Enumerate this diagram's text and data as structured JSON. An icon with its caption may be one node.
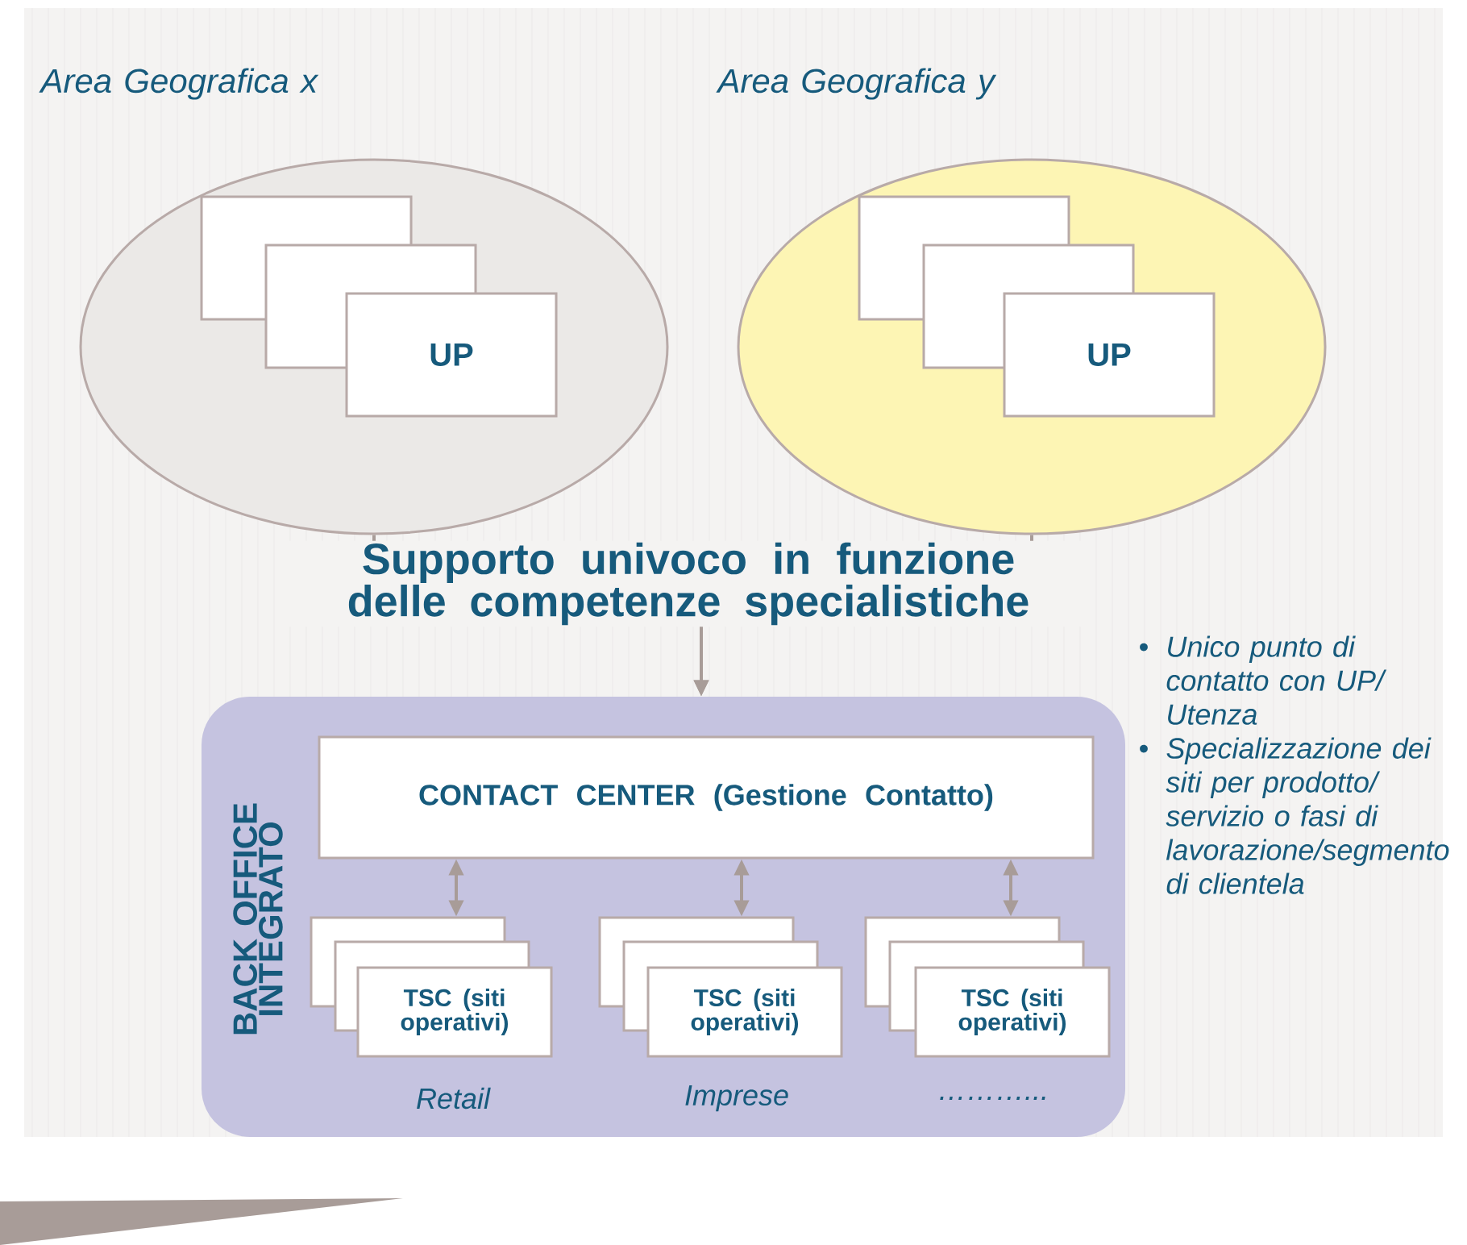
{
  "diagram": {
    "nodes": [
      {
        "text": [
          "Area Geografica x"
        ]
      },
      {
        "text": [],
        "shape": "box",
        "in": 0
      },
      {
        "text": [],
        "shape": "box",
        "in": 0
      },
      {
        "text": [
          "UP"
        ],
        "in": 0
      },
      {
        "text": [
          "Area Geografica y"
        ]
      },
      {
        "text": [],
        "shape": "box",
        "in": 4
      },
      {
        "text": [],
        "shape": "box",
        "in": 4
      },
      {
        "text": [
          "UP"
        ],
        "in": 4
      },
      {
        "text": [
          "BACK OFFICE INTEGRATO"
        ]
      },
      {
        "text": [
          "CONTACT CENTER (Gestione Contatto)"
        ],
        "in": 8
      },
      {
        "text": [],
        "shape": "box",
        "in": 8
      },
      {
        "text": [],
        "shape": "box",
        "in": 8
      },
      {
        "text": [
          "TSC (siti operativi)"
        ],
        "in": 8,
        "beside": [
          "Retail"
        ]
      },
      {
        "text": [],
        "shape": "box",
        "in": 8
      },
      {
        "text": [],
        "shape": "box",
        "in": 8
      },
      {
        "text": [
          "TSC (siti operativi)"
        ],
        "in": 8,
        "beside": [
          "Imprese"
        ]
      },
      {
        "text": [],
        "shape": "box",
        "in": 8
      },
      {
        "text": [],
        "shape": "box",
        "in": 8
      },
      {
        "text": [
          "TSC (siti operativi)"
        ],
        "in": 8,
        "beside": [
          "………..."
        ]
      }
    ],
    "edges": [
      {
        "from": 0,
        "to": 8,
        "arrow": "to",
        "label": "Supporto  univoco in funzione delle competenze specialistiche"
      },
      {
        "from": 4,
        "to": 8,
        "arrow": "to"
      },
      {
        "from": 9,
        "to": 10,
        "arrow": "both"
      },
      {
        "from": 9,
        "to": 13,
        "arrow": "both"
      },
      {
        "from": 9,
        "to": 16,
        "arrow": "both"
      }
    ],
    "labels": [
      "•",
      "Unico punto di contatto con UP/ Utenza",
      "•",
      "Specializzazione dei siti per prodotto/ servizio o fasi di lavorazione/segmento di clientela"
    ]
  }
}
